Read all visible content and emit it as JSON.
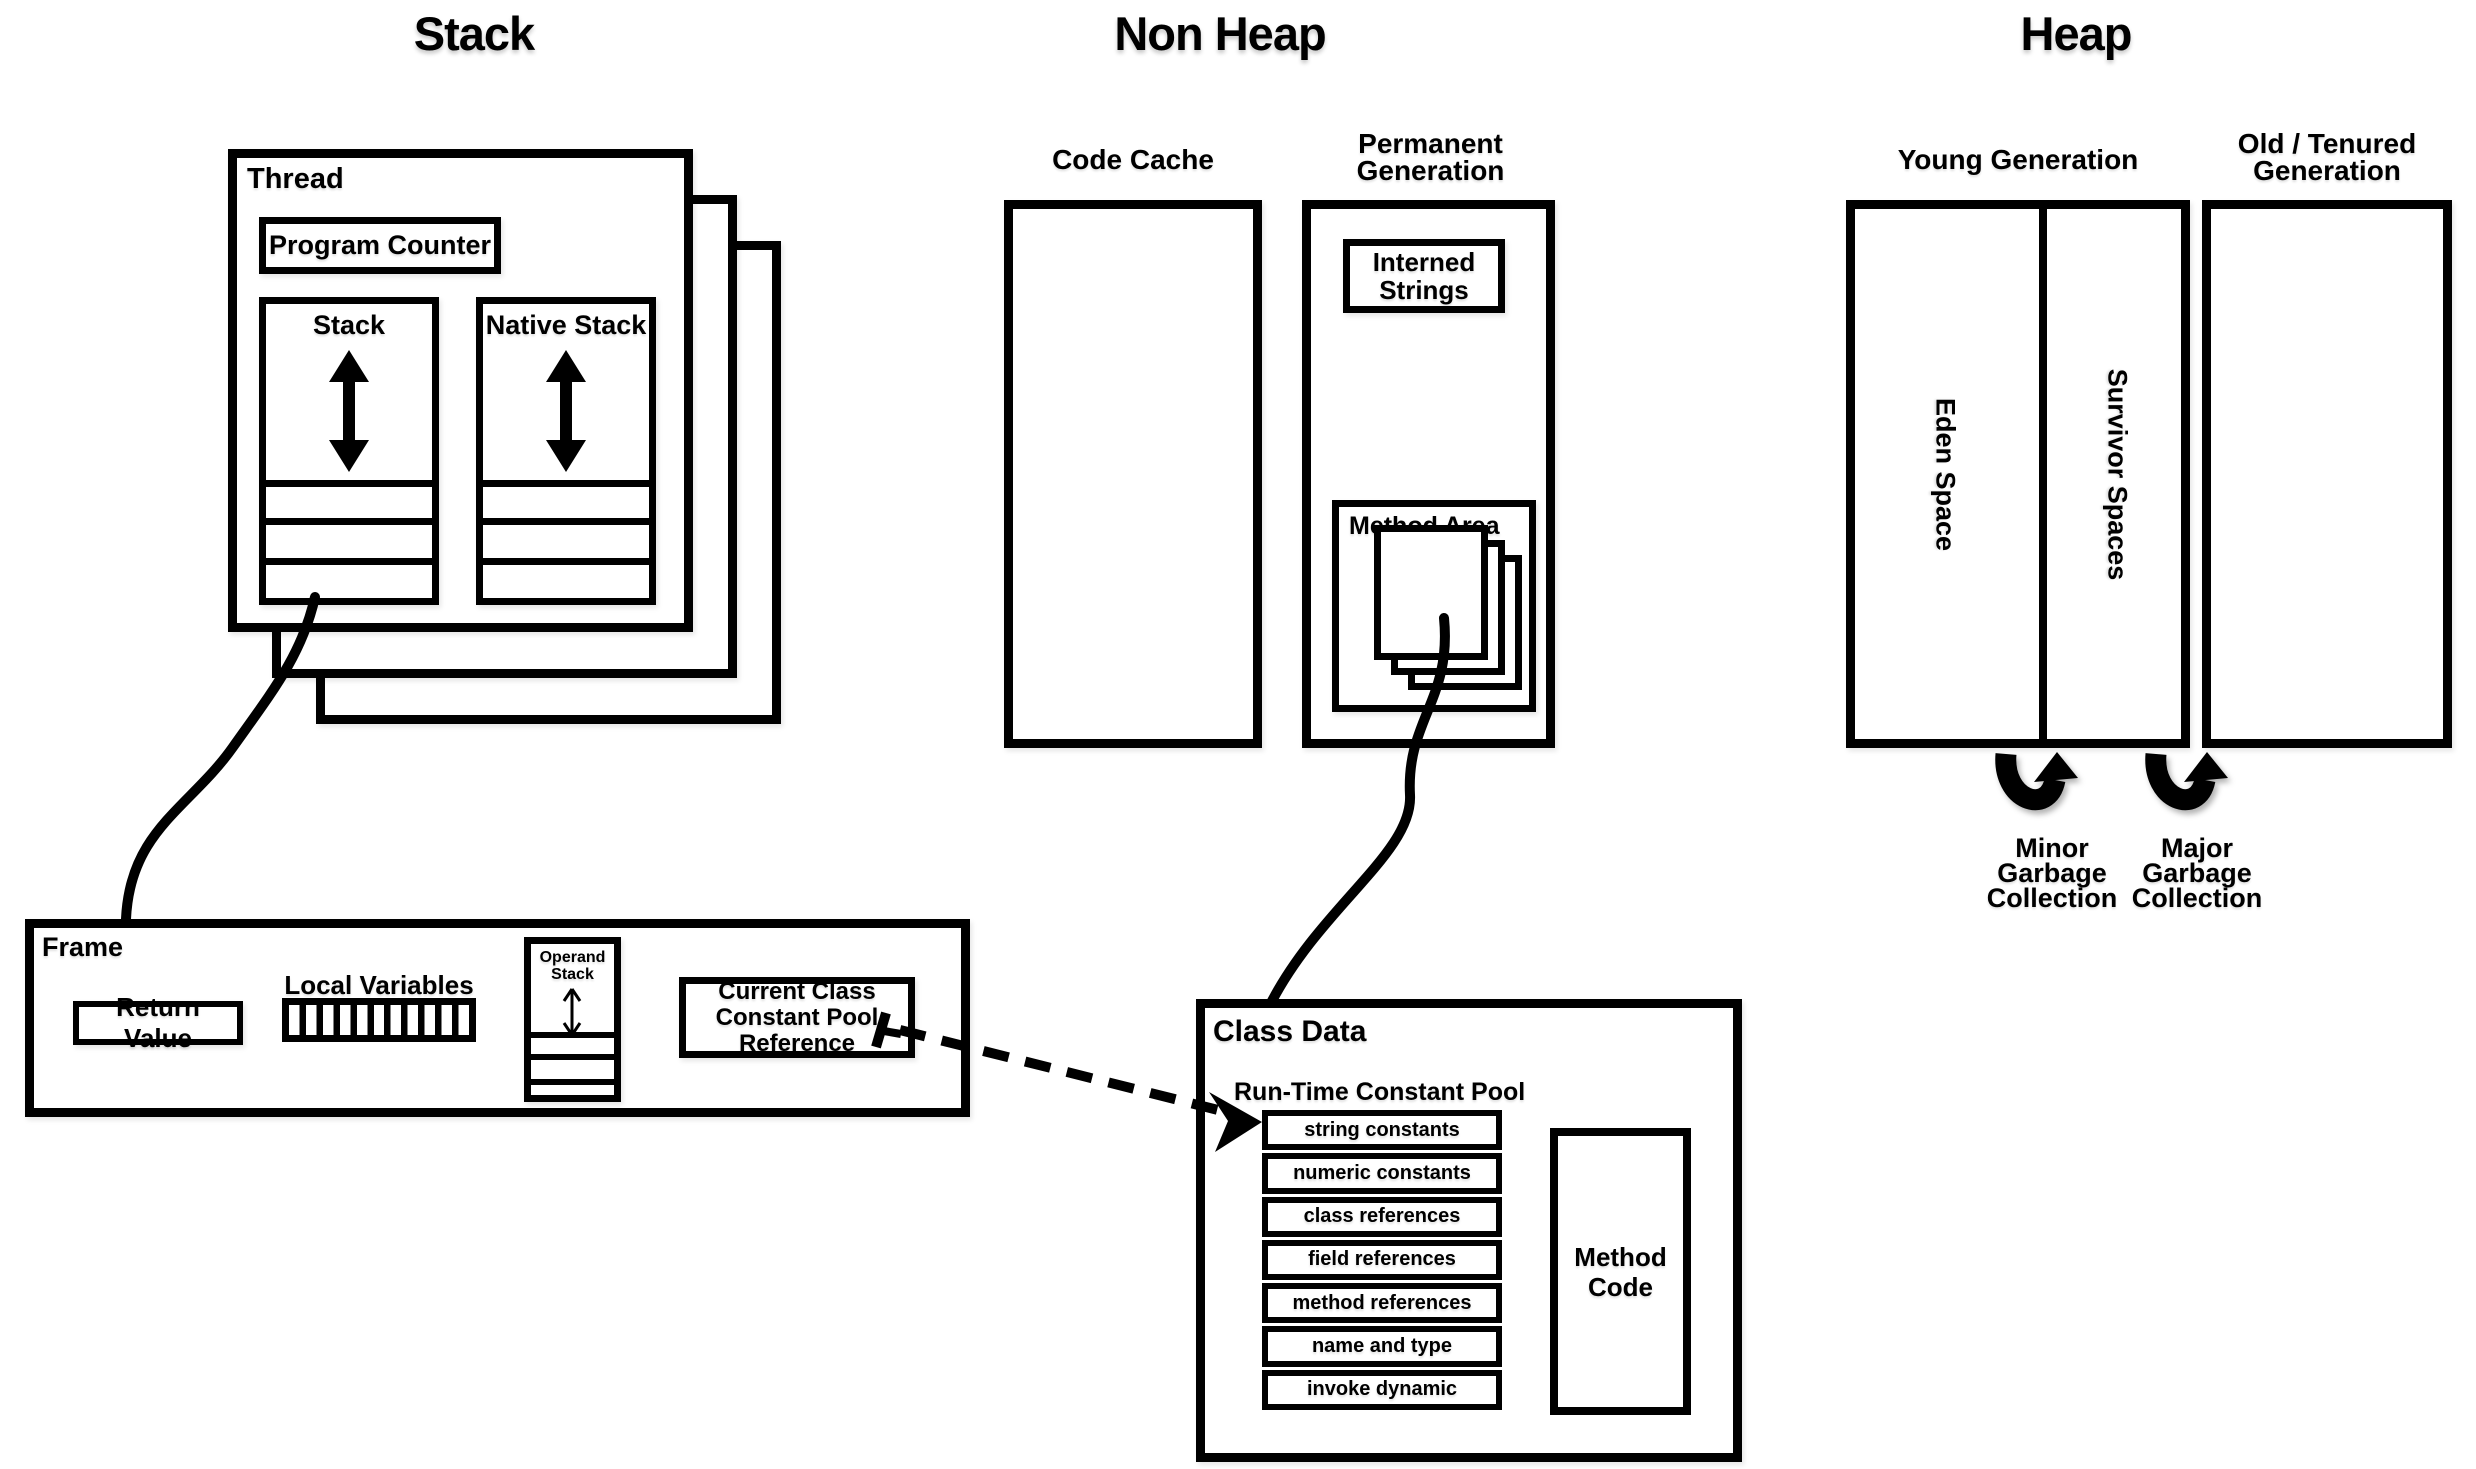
{
  "titles": {
    "stack": "Stack",
    "non_heap": "Non Heap",
    "heap": "Heap"
  },
  "thread": {
    "label": "Thread",
    "program_counter": "Program Counter",
    "stack": "Stack",
    "native_stack": "Native Stack"
  },
  "frame": {
    "label": "Frame",
    "return_value": "Return Value",
    "local_variables": "Local Variables",
    "operand_stack": "Operand\nStack",
    "constant_pool_ref": "Current Class\nConstant Pool\nReference"
  },
  "non_heap": {
    "code_cache": "Code Cache",
    "permanent_generation": "Permanent\nGeneration",
    "interned_strings": "Interned\nStrings",
    "method_area": "Method Area"
  },
  "heap": {
    "young_generation": "Young Generation",
    "old_generation": "Old / Tenured\nGeneration",
    "eden_space": "Eden Space",
    "survivor_spaces": "Survivor Spaces",
    "minor_gc": "Minor\nGarbage\nCollection",
    "major_gc": "Major\nGarbage\nCollection"
  },
  "class_data": {
    "label": "Class Data",
    "runtime_constant_pool": "Run-Time Constant Pool",
    "pool_rows": [
      "string constants",
      "numeric constants",
      "class references",
      "field references",
      "method references",
      "name and type",
      "invoke dynamic"
    ],
    "method_code": "Method\nCode"
  },
  "colors": {
    "ink": "#000000",
    "paper": "#ffffff"
  }
}
